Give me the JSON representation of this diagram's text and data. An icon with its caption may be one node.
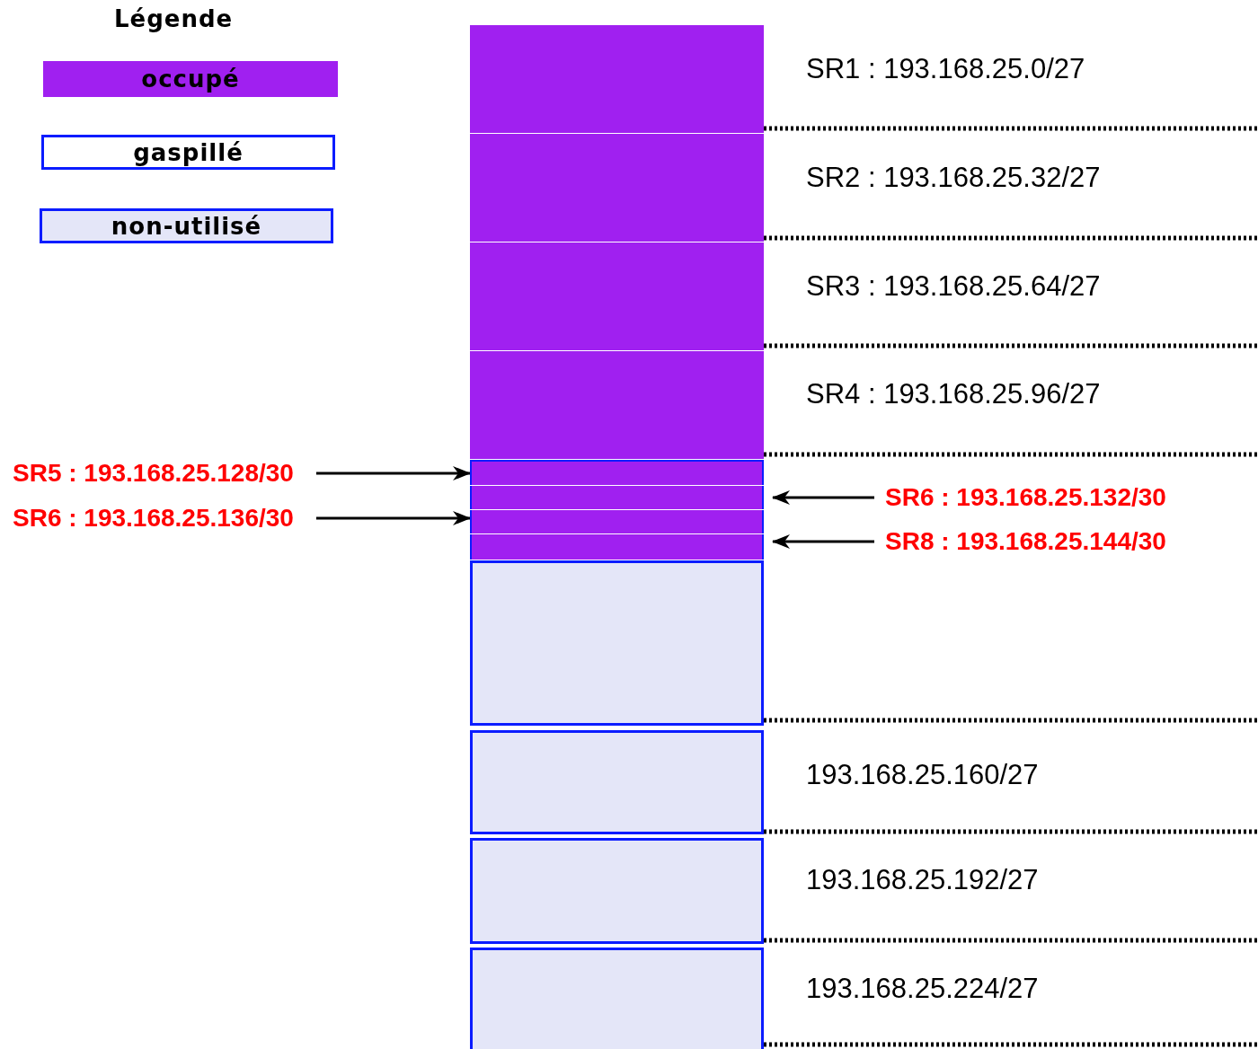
{
  "diagram": {
    "nodes": [
      {
        "text": [],
        "shape": "bar",
        "beside": [
          "SR1 : 193.168.25.0/27"
        ]
      },
      {
        "text": [],
        "shape": "bar",
        "beside": [
          "SR2 : 193.168.25.32/27"
        ]
      },
      {
        "text": [],
        "shape": "bar",
        "beside": [
          "SR3 : 193.168.25.64/27"
        ]
      },
      {
        "text": [],
        "shape": "bar",
        "beside": [
          "SR4 : 193.168.25.96/27"
        ]
      },
      {
        "text": [],
        "shape": "bar"
      },
      {
        "text": [],
        "shape": "bar"
      },
      {
        "text": [],
        "shape": "bar"
      },
      {
        "text": [],
        "shape": "bar"
      },
      {
        "text": [],
        "shape": "bar"
      },
      {
        "text": [],
        "shape": "bar",
        "beside": [
          "193.168.25.160/27"
        ]
      },
      {
        "text": [],
        "shape": "bar",
        "beside": [
          "193.168.25.192/27"
        ]
      },
      {
        "text": [],
        "shape": "bar",
        "beside": [
          "193.168.25.224/27"
        ]
      },
      {
        "text": [
          "SR5 : 193.168.25.128/30"
        ]
      },
      {
        "text": [
          "SR6 : 193.168.25.132/30"
        ]
      },
      {
        "text": [
          "SR6 : 193.168.25.136/30"
        ]
      },
      {
        "text": [
          "SR8 : 193.168.25.144/30"
        ]
      }
    ],
    "edges": [
      {
        "from": 12,
        "to": 4,
        "arrow": "to"
      },
      {
        "from": 13,
        "to": 5,
        "arrow": "to"
      },
      {
        "from": 14,
        "to": 6,
        "arrow": "to"
      },
      {
        "from": 15,
        "to": 7,
        "arrow": "to"
      }
    ],
    "labels": [
      "Légende"
    ],
    "legend": [
      {
        "text": "occupé",
        "color": "#a020f0"
      },
      {
        "text": "gaspillé",
        "color": "#ffffff"
      },
      {
        "text": "non-utilisé",
        "color": "#e4e6f8"
      }
    ]
  }
}
